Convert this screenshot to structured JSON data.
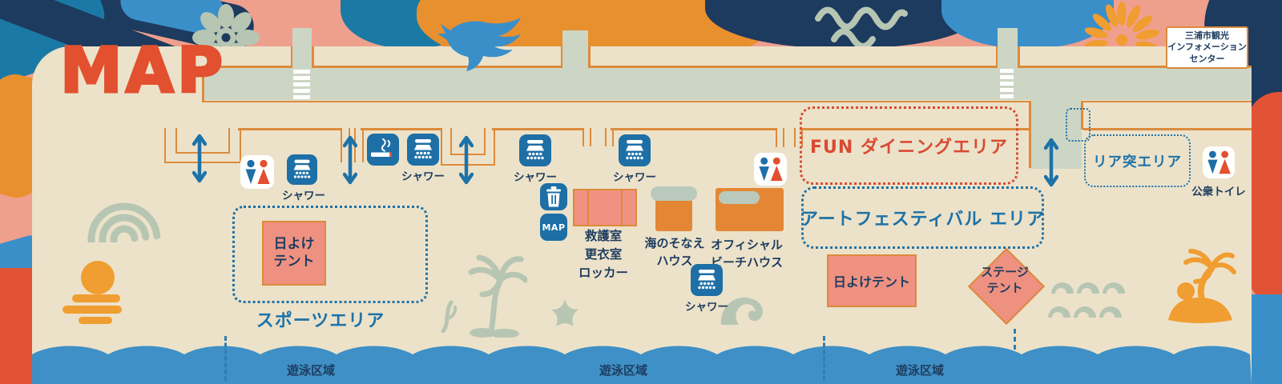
{
  "logo_text": "MAP",
  "info_center": {
    "line1": "三浦市観光",
    "line2": "インフォメーション",
    "line3": "センター"
  },
  "areas": {
    "sports_label": "スポーツエリア",
    "fun_dining_label": "FUN ダイニングエリア",
    "art_festival_label": "アートフェスティバル エリア",
    "rear_pier_label": "リア突エリア"
  },
  "facilities": {
    "shower_label": "シャワー",
    "public_toilet_label": "公衆トイレ",
    "map_badge_text": "MAP",
    "first_aid": {
      "line1": "救護室",
      "line2": "更衣室",
      "line3": "ロッカー"
    },
    "sea_preparedness": {
      "line1": "海のそなえ",
      "line2": "ハウス"
    },
    "official_beach_house": {
      "line1": "オフィシャル",
      "line2": "ビーチハウス"
    }
  },
  "tents": {
    "sunshade_left_line1": "日よけ",
    "sunshade_left_line2": "テント",
    "sunshade_right": "日よけテント",
    "stage_line1": "ステージ",
    "stage_line2": "テント"
  },
  "sea": {
    "swim_zone_label": "遊泳区域"
  },
  "icon_names": [
    "toilet-icon",
    "shower-icon",
    "smoking-icon",
    "trash-icon",
    "map-badge-icon",
    "entrance-arrow-icon",
    "flower-icon",
    "bird-icon",
    "sunburst-icon",
    "rainbow-icon",
    "sunset-icon",
    "palm-tree-icon",
    "starfish-icon",
    "wave-icon",
    "palm-island-icon"
  ],
  "colors": {
    "sand": "#ece2c9",
    "road": "#cdd6c4",
    "icon_blue": "#1d6fa6",
    "navy_text": "#1e3c5f",
    "teal_text": "#1d72a8",
    "red_text": "#d94a32",
    "path_orange": "#dd8a3c",
    "tent_salmon": "#ef9181",
    "building_orange": "#e38735",
    "sea_blue": "#3e90c6",
    "decor_sage": "#b7c6b3",
    "decor_orange": "#f09d31"
  }
}
